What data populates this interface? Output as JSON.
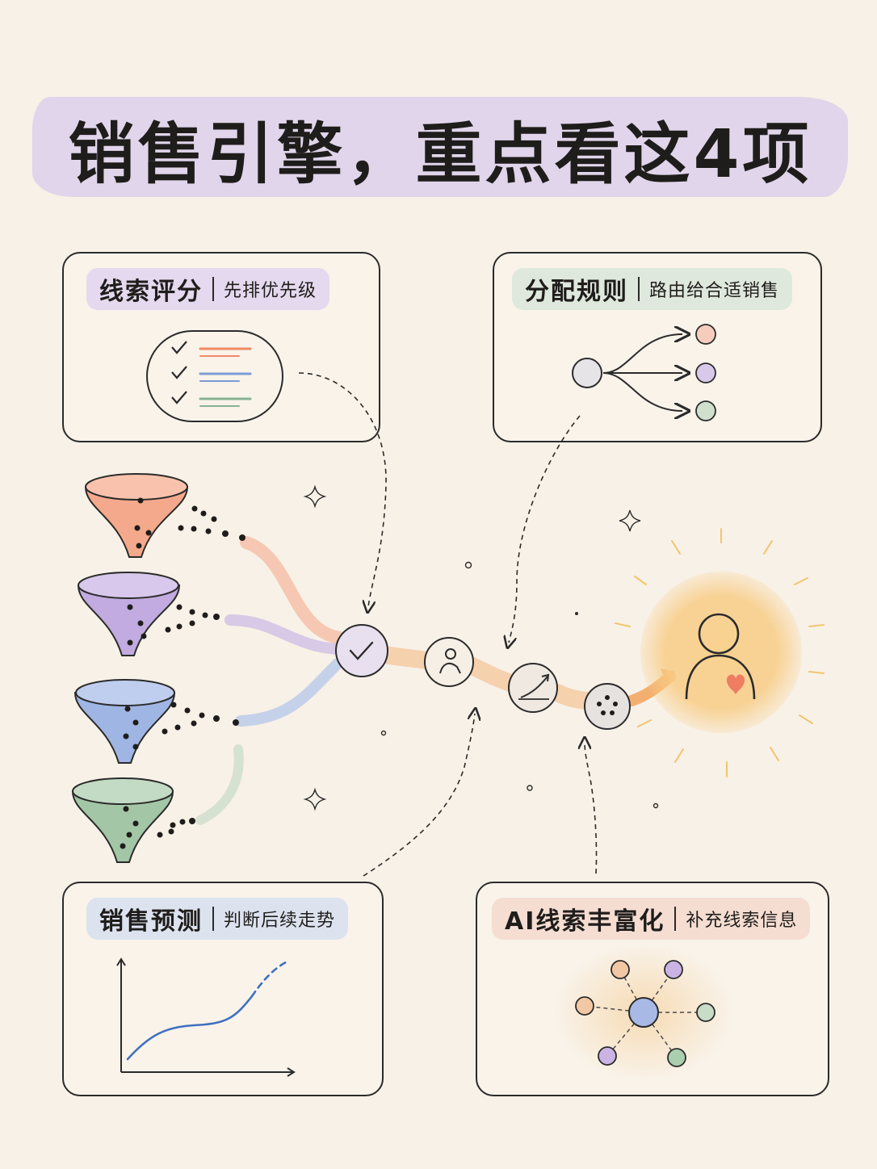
{
  "title": "销售引擎，重点看这4项",
  "cards": {
    "lead_scoring": {
      "title": "线索评分",
      "subtitle": "先排优先级",
      "color": "#e4d9ee"
    },
    "assignment": {
      "title": "分配规则",
      "subtitle": "路由给合适销售",
      "color": "#dfe8dd"
    },
    "forecast": {
      "title": "销售预测",
      "subtitle": "判断后续走势",
      "color": "#dde2ef"
    },
    "enrichment": {
      "title": "AI线索丰富化",
      "subtitle": "补充线索信息",
      "color": "#f5ddd2"
    }
  },
  "colors": {
    "orange": "#f08a63",
    "purple": "#b49bd6",
    "blue": "#7d9bd4",
    "green": "#86b393",
    "ink": "#2b2b2b",
    "glow": "#f7c777",
    "heart": "#ef7d62"
  },
  "icons": [
    "checklist-icon",
    "routing-icon",
    "line-chart-icon",
    "network-icon",
    "funnel-icon",
    "check-icon",
    "person-icon",
    "trend-icon",
    "dots-icon",
    "customer-icon",
    "heart-icon",
    "sparkle-icon"
  ]
}
